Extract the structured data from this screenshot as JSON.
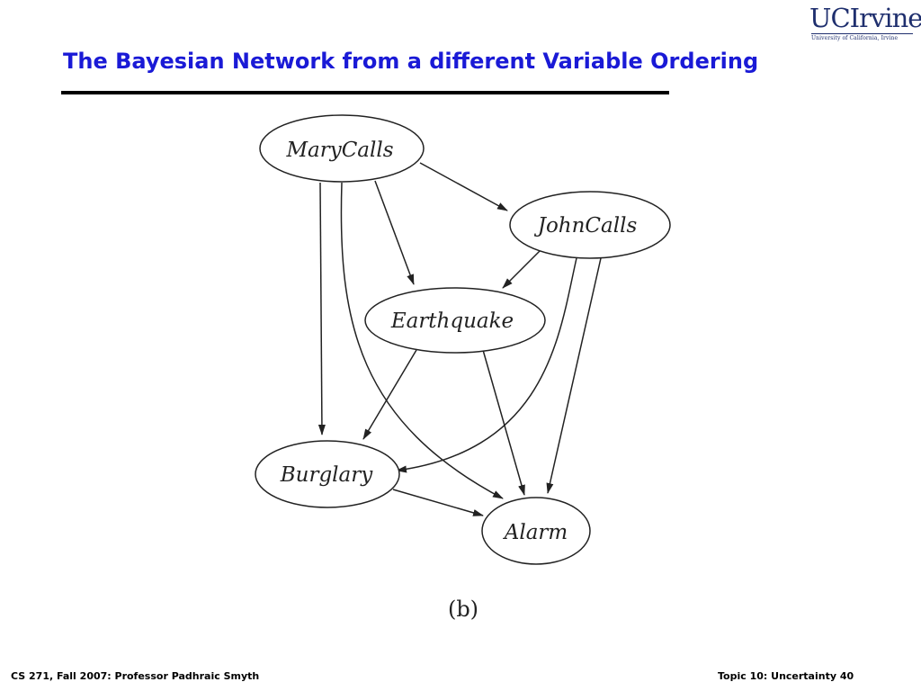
{
  "slide": {
    "title": "The Bayesian Network from a different Variable Ordering"
  },
  "logo": {
    "main": "UCIrvine",
    "sub": "University of California, Irvine"
  },
  "diagram": {
    "nodes": {
      "marycalls": "MaryCalls",
      "johncalls": "JohnCalls",
      "earthquake": "Earthquake",
      "burglary": "Burglary",
      "alarm": "Alarm"
    },
    "edges": [
      {
        "from": "MaryCalls",
        "to": "JohnCalls"
      },
      {
        "from": "MaryCalls",
        "to": "Earthquake"
      },
      {
        "from": "MaryCalls",
        "to": "Burglary"
      },
      {
        "from": "MaryCalls",
        "to": "Alarm"
      },
      {
        "from": "JohnCalls",
        "to": "Earthquake"
      },
      {
        "from": "JohnCalls",
        "to": "Burglary"
      },
      {
        "from": "JohnCalls",
        "to": "Alarm"
      },
      {
        "from": "Earthquake",
        "to": "Burglary"
      },
      {
        "from": "Earthquake",
        "to": "Alarm"
      },
      {
        "from": "Burglary",
        "to": "Alarm"
      }
    ],
    "caption": "(b)"
  },
  "footer": {
    "left": "CS 271, Fall 2007: Professor Padhraic Smyth",
    "right": "Topic 10: Uncertainty 40"
  }
}
